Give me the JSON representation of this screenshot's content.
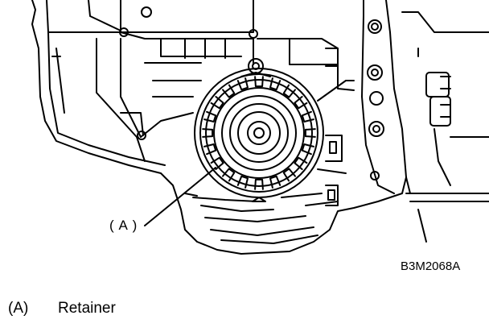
{
  "callout": {
    "label": "( A )"
  },
  "figure_code": "B3M2068A",
  "legend": [
    {
      "key": "(A)",
      "text": "Retainer"
    }
  ]
}
